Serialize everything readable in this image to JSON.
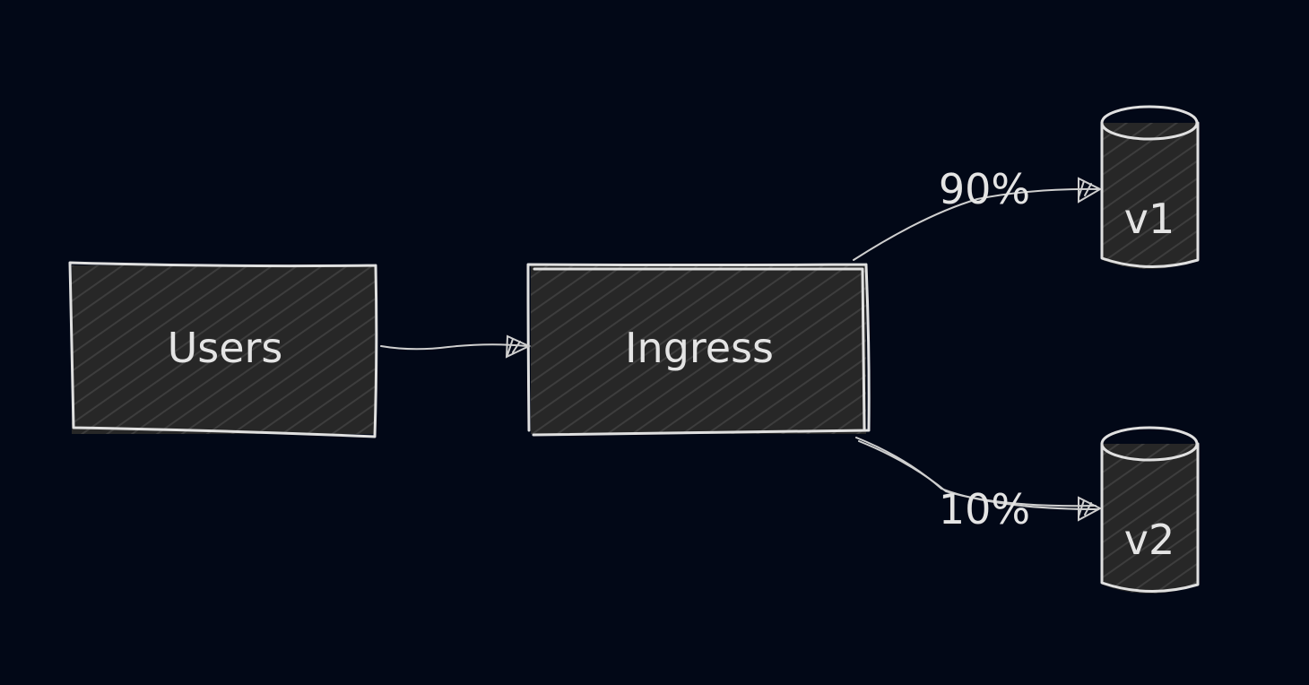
{
  "diagram": {
    "background": "#020817",
    "stroke_color": "#e0e0e0",
    "fill_color": "#2e2e2e",
    "nodes": {
      "users": {
        "label": "Users"
      },
      "ingress": {
        "label": "Ingress"
      },
      "v1": {
        "label": "v1"
      },
      "v2": {
        "label": "v2"
      }
    },
    "edges": {
      "users_to_ingress": {
        "label": ""
      },
      "ingress_to_v1": {
        "label": "90%"
      },
      "ingress_to_v2": {
        "label": "10%"
      }
    }
  }
}
